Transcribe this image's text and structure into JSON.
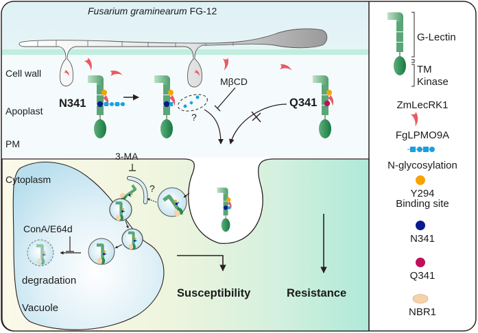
{
  "title": {
    "species_italic": "Fusarium graminearum",
    "strain": "FG-12"
  },
  "regions": {
    "cell_wall": "Cell wall",
    "apoplast": "Apoplast",
    "pm": "PM",
    "cytoplasm": "Cytoplasm",
    "vacuole": "Vacuole"
  },
  "receptors": {
    "n341_label": "N341",
    "q341_label": "Q341"
  },
  "inhibitors": {
    "mbcd": "MβCD",
    "three_ma": "3-MA",
    "cona_e64d": "ConA/E64d"
  },
  "annotations": {
    "question_1": "?",
    "question_2": "?",
    "degradation": "degradation"
  },
  "outcomes": {
    "susceptibility": "Susceptibility",
    "resistance": "Resistance"
  },
  "legend": {
    "domain_labels": [
      "G-Lectin",
      "TM",
      "Kinase"
    ],
    "protein_name": "ZmLecRK1",
    "items": [
      {
        "icon": "lpmo-crescent-icon",
        "label": "FgLPMO9A"
      },
      {
        "icon": "glycan-chain-icon",
        "label": "N-glycosylation"
      },
      {
        "icon": "orange-dot-icon",
        "label": "Y294",
        "sublabel": "Binding site"
      },
      {
        "icon": "navy-dot-icon",
        "label": "N341"
      },
      {
        "icon": "magenta-dot-icon",
        "label": "Q341"
      },
      {
        "icon": "nbr1-ellipse-icon",
        "label": "NBR1"
      }
    ]
  },
  "colors": {
    "receptor_green": "#3f9a63",
    "kinase_green": "#2a8a52",
    "lpmo_red": "#e85a62",
    "glycan_blue": "#1aa0e0",
    "y294_orange": "#f6a300",
    "n341_navy": "#0a1a8c",
    "q341_magenta": "#c0105a",
    "nbr1_peach": "#f6d2a8",
    "cell_wall": "#bfeedd",
    "outline": "#2a1e1e"
  }
}
